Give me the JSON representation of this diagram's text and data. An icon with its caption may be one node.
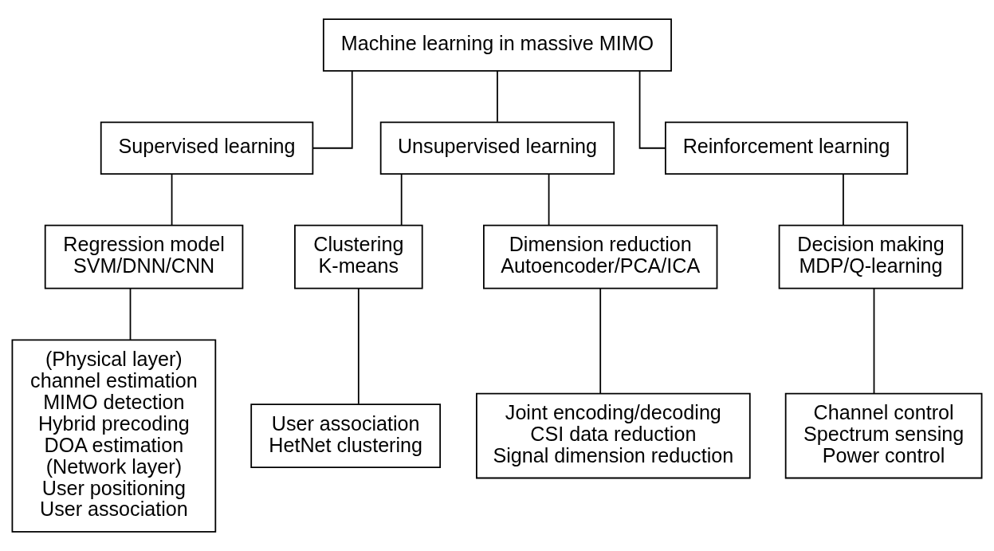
{
  "diagram": {
    "nodes": [
      {
        "text": [
          "Machine learning in massive MIMO"
        ]
      },
      {
        "text": [
          "Supervised learning"
        ]
      },
      {
        "text": [
          "Unsupervised learning"
        ]
      },
      {
        "text": [
          "Reinforcement learning"
        ]
      },
      {
        "text": [
          "Regression model",
          "SVM/DNN/CNN"
        ]
      },
      {
        "text": [
          "Clustering",
          "K-means"
        ]
      },
      {
        "text": [
          "Dimension reduction",
          "Autoencoder/PCA/ICA"
        ]
      },
      {
        "text": [
          "Decision making",
          "MDP/Q-learning"
        ]
      },
      {
        "text": [
          "(Physical layer)",
          "channel estimation",
          "MIMO detection",
          "Hybrid precoding",
          "DOA estimation",
          "(Network layer)",
          "User positioning",
          "User association"
        ]
      },
      {
        "text": [
          "User association",
          "HetNet clustering"
        ]
      },
      {
        "text": [
          "Joint encoding/decoding",
          "CSI data reduction",
          "Signal dimension reduction"
        ]
      },
      {
        "text": [
          "Channel control",
          "Spectrum sensing",
          "Power control"
        ]
      }
    ],
    "edges": [
      {
        "from": 0,
        "to": 1,
        "arrow": "none"
      },
      {
        "from": 0,
        "to": 2,
        "arrow": "none"
      },
      {
        "from": 0,
        "to": 3,
        "arrow": "none"
      },
      {
        "from": 1,
        "to": 4,
        "arrow": "none"
      },
      {
        "from": 2,
        "to": 5,
        "arrow": "none"
      },
      {
        "from": 2,
        "to": 6,
        "arrow": "none"
      },
      {
        "from": 3,
        "to": 7,
        "arrow": "none"
      },
      {
        "from": 4,
        "to": 8,
        "arrow": "none"
      },
      {
        "from": 5,
        "to": 9,
        "arrow": "none"
      },
      {
        "from": 6,
        "to": 10,
        "arrow": "none"
      },
      {
        "from": 7,
        "to": 11,
        "arrow": "none"
      }
    ]
  }
}
